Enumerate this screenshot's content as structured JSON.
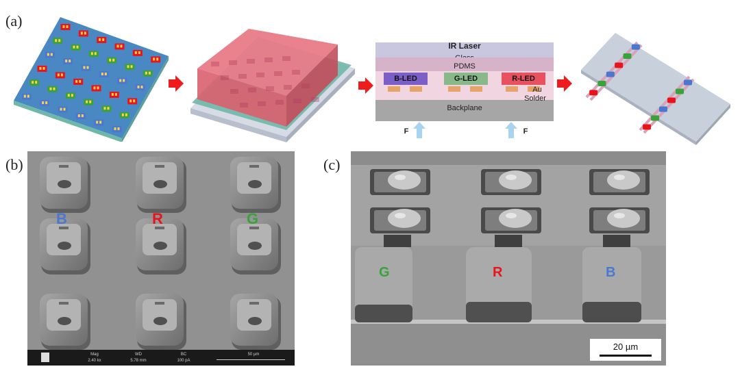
{
  "panels": {
    "a": "(a)",
    "b": "(b)",
    "c": "(c)"
  },
  "stack": {
    "laser": "IR Laser",
    "glass": "Glass",
    "pdms": "PDMS",
    "b_led": "B-LED",
    "g_led": "G-LED",
    "r_led": "R-LED",
    "au": "Au",
    "solder": "Solder",
    "backplane": "Backplane",
    "force_left": "F",
    "force_right": "F"
  },
  "sem_b": {
    "letters": {
      "b": "B",
      "r": "R",
      "g": "G"
    },
    "databar": {
      "mag_label": "Mag",
      "mag_value": "2.40 kx",
      "wd_label": "WD",
      "wd_value": "5.78 mm",
      "bc_label": "BC",
      "bc_value": "100 pA",
      "scale": "50 µm"
    }
  },
  "sem_c": {
    "letters": {
      "g": "G",
      "r": "R",
      "b": "B"
    },
    "scale": "20 µm"
  },
  "colors": {
    "red": "#e8141c",
    "green": "#3aa23a",
    "blue": "#4a78d0",
    "arrow": "#ee1c1c",
    "substrate_blue": "#4a88c4",
    "laser_band": "#c9c6e0",
    "pdms_band": "#d7b3c9",
    "backplane": "#a6a6a6"
  }
}
